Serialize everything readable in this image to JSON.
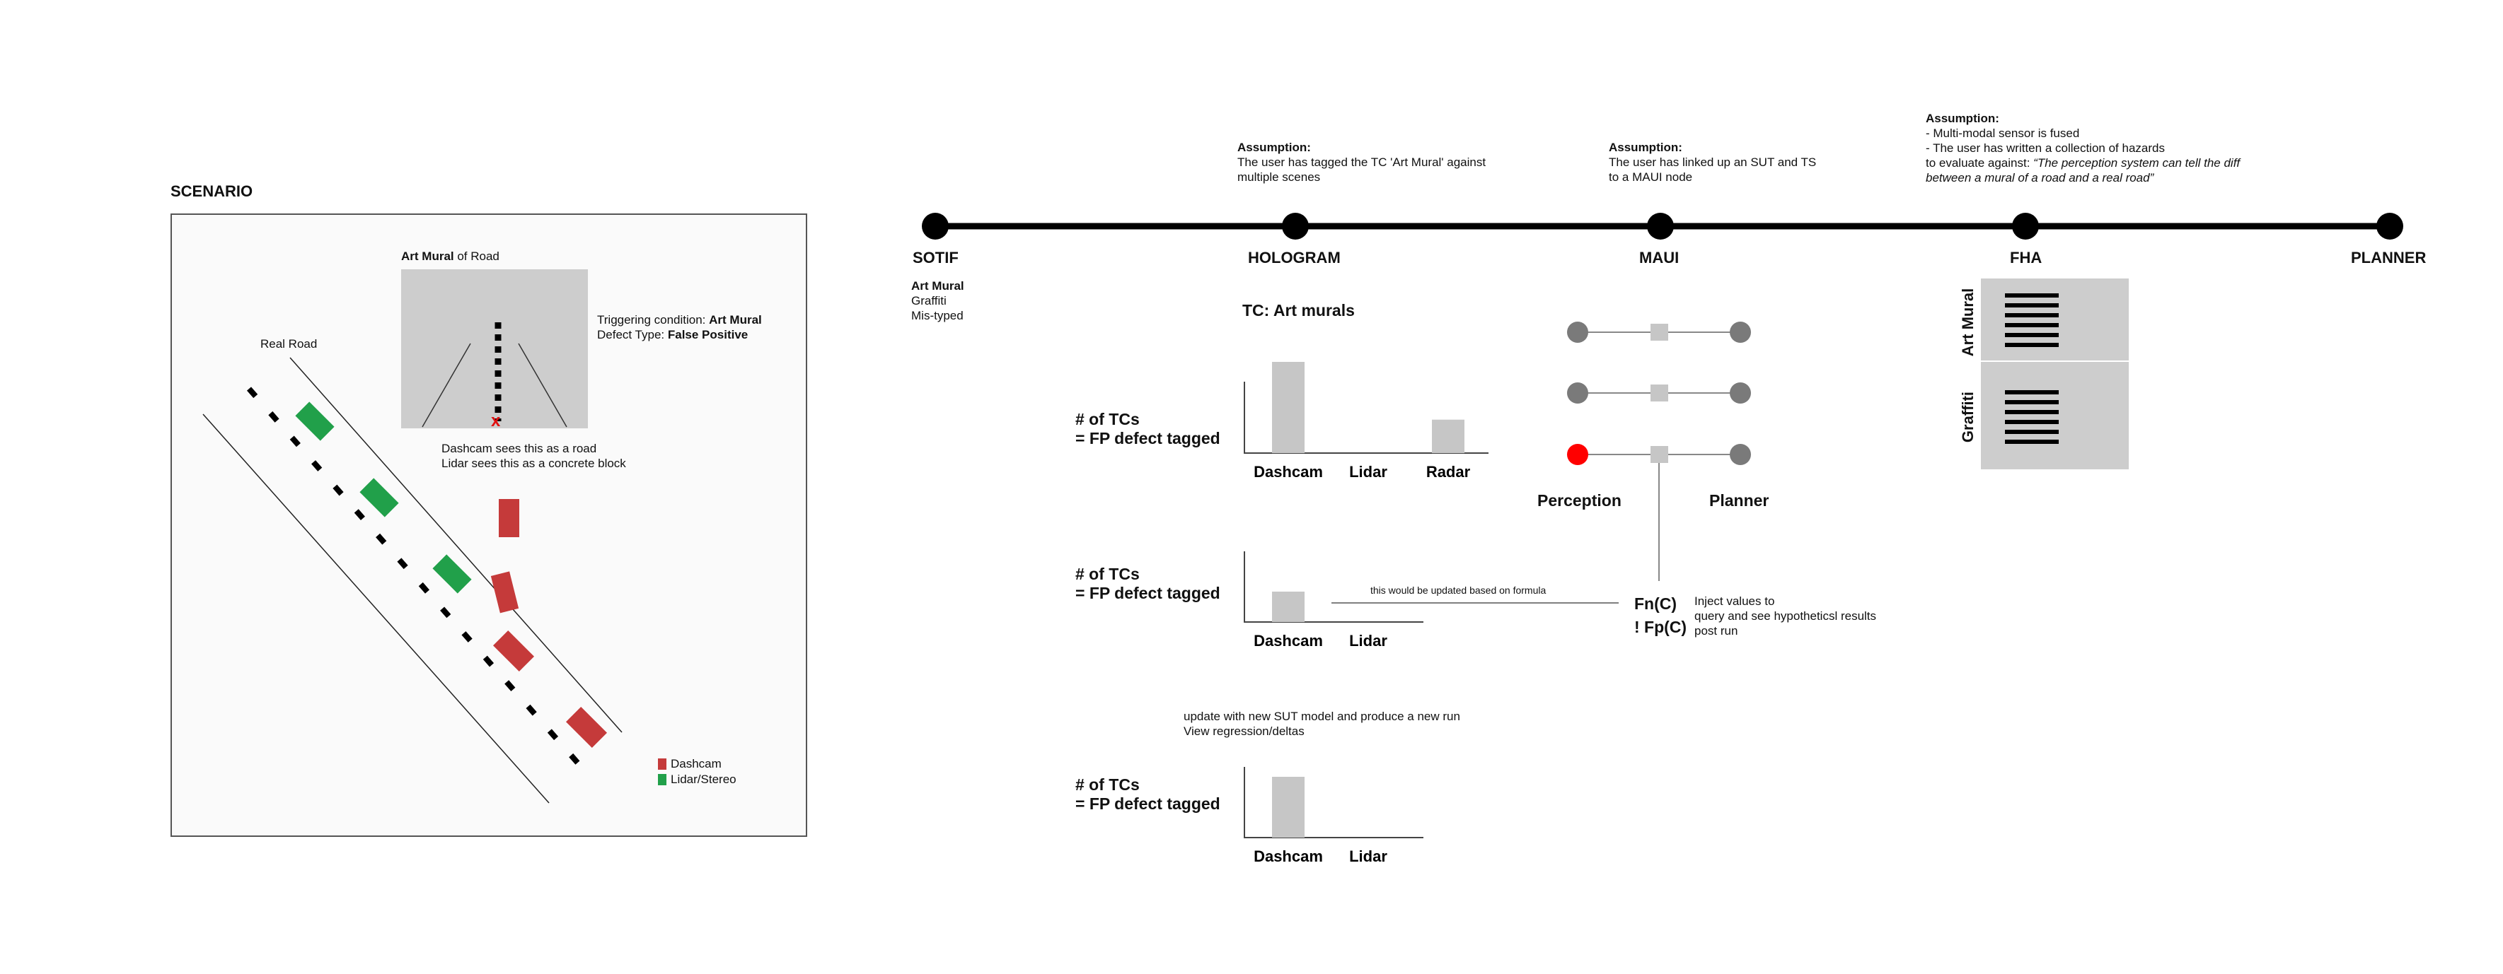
{
  "scenario": {
    "title": "SCENARIO",
    "real_road_label": "Real Road",
    "mural_title_bold": "Art Mural",
    "mural_title_rest": " of Road",
    "triggering_label": "Triggering condition: ",
    "triggering_value": "Art Mural",
    "defect_label": "Defect Type: ",
    "defect_value": "False Positive",
    "dashcam_note": "Dashcam sees this as a road",
    "lidar_note": "Lidar sees this as a concrete block",
    "x_mark": "x",
    "legend": [
      {
        "label": "Dashcam",
        "color": "#c53a3a"
      },
      {
        "label": "Lidar/Stereo",
        "color": "#21a04a"
      }
    ]
  },
  "timeline": {
    "nodes": [
      "SOTIF",
      "HOLOGRAM",
      "MAUI",
      "FHA",
      "PLANNER"
    ],
    "sotif_items": [
      {
        "text": "Art Mural",
        "bold": true
      },
      {
        "text": "Graffiti",
        "bold": false
      },
      {
        "text": "Mis-typed",
        "bold": false
      }
    ],
    "assumption_title": "Assumption:",
    "hologram_assumption": [
      "The user has tagged the TC 'Art Mural'  against",
      "multiple scenes"
    ],
    "maui_assumption": [
      "The user has linked up an SUT and TS",
      "to a MAUI node"
    ],
    "fha_assumption": [
      "- Multi-modal sensor is fused",
      "- The user has written a collection of hazards"
    ],
    "fha_assumption_lead": "to evaluate against: ",
    "fha_assumption_quote": [
      "“The perception system can tell the diff",
      "between a mural of a road and a real road”"
    ]
  },
  "hologram": {
    "tc_title": "TC: Art murals",
    "metric_line1": "# of TCs",
    "metric_line2": "= FP defect tagged",
    "note_formula": "this would be updated based on formula",
    "update_note": [
      "update with new SUT model and produce a new run",
      "View regression/deltas"
    ]
  },
  "maui": {
    "left_label": "Perception",
    "right_label": "Planner",
    "fn": "Fn(C)",
    "fp": "! Fp(C)",
    "inject_note": [
      "Inject values to",
      "query and see hypotheticsl results",
      "post run"
    ],
    "active_node_color": "#ff0000",
    "node_color": "#7a7a7a"
  },
  "fha": {
    "blocks": [
      "Art Mural",
      "Graffiti"
    ]
  },
  "chart_data": [
    {
      "type": "bar",
      "categories": [
        "Dashcam",
        "Lidar",
        "Radar"
      ],
      "values": [
        3,
        0,
        1.1
      ]
    },
    {
      "type": "bar",
      "categories": [
        "Dashcam",
        "Lidar"
      ],
      "values": [
        1,
        0
      ]
    },
    {
      "type": "bar",
      "categories": [
        "Dashcam",
        "Lidar"
      ],
      "values": [
        2,
        0
      ]
    }
  ]
}
